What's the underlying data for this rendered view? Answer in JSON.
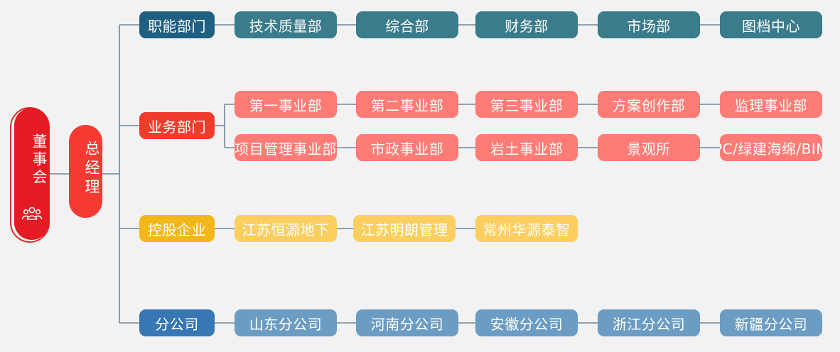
{
  "colors": {
    "background": "#f2f2f2",
    "connector": "#6f8799",
    "board": "#e51b23",
    "general_manager": "#f53a33",
    "functional_header": "#1f5f82",
    "functional_item": "#3a7b8c",
    "business_header": "#f03c2c",
    "business_item": "#ff7b75",
    "holding_header": "#f2b719",
    "holding_item": "#fbcf5f",
    "branch_header": "#3777b3",
    "branch_item": "#6b9dc4"
  },
  "board": {
    "label": "董事会",
    "icon": "people-group-icon"
  },
  "general_manager": {
    "label": "总经理"
  },
  "groups": [
    {
      "key": "functional",
      "label": "职能部门",
      "rows": [
        [
          "技术质量部",
          "综合部",
          "财务部",
          "市场部",
          "图档中心"
        ]
      ]
    },
    {
      "key": "business",
      "label": "业务部门",
      "rows": [
        [
          "第一事业部",
          "第二事业部",
          "第三事业部",
          "方案创作部",
          "监理事业部"
        ],
        [
          "项目管理事业部",
          "市政事业部",
          "岩土事业部",
          "景观所",
          "PC/绿建海绵/BIM"
        ]
      ]
    },
    {
      "key": "holding",
      "label": "控股企业",
      "rows": [
        [
          "江苏恒源地下",
          "江苏明朗管理",
          "常州华源泰智"
        ]
      ]
    },
    {
      "key": "branch",
      "label": "分公司",
      "rows": [
        [
          "山东分公司",
          "河南分公司",
          "安徽分公司",
          "浙江分公司",
          "新疆分公司"
        ]
      ]
    }
  ]
}
